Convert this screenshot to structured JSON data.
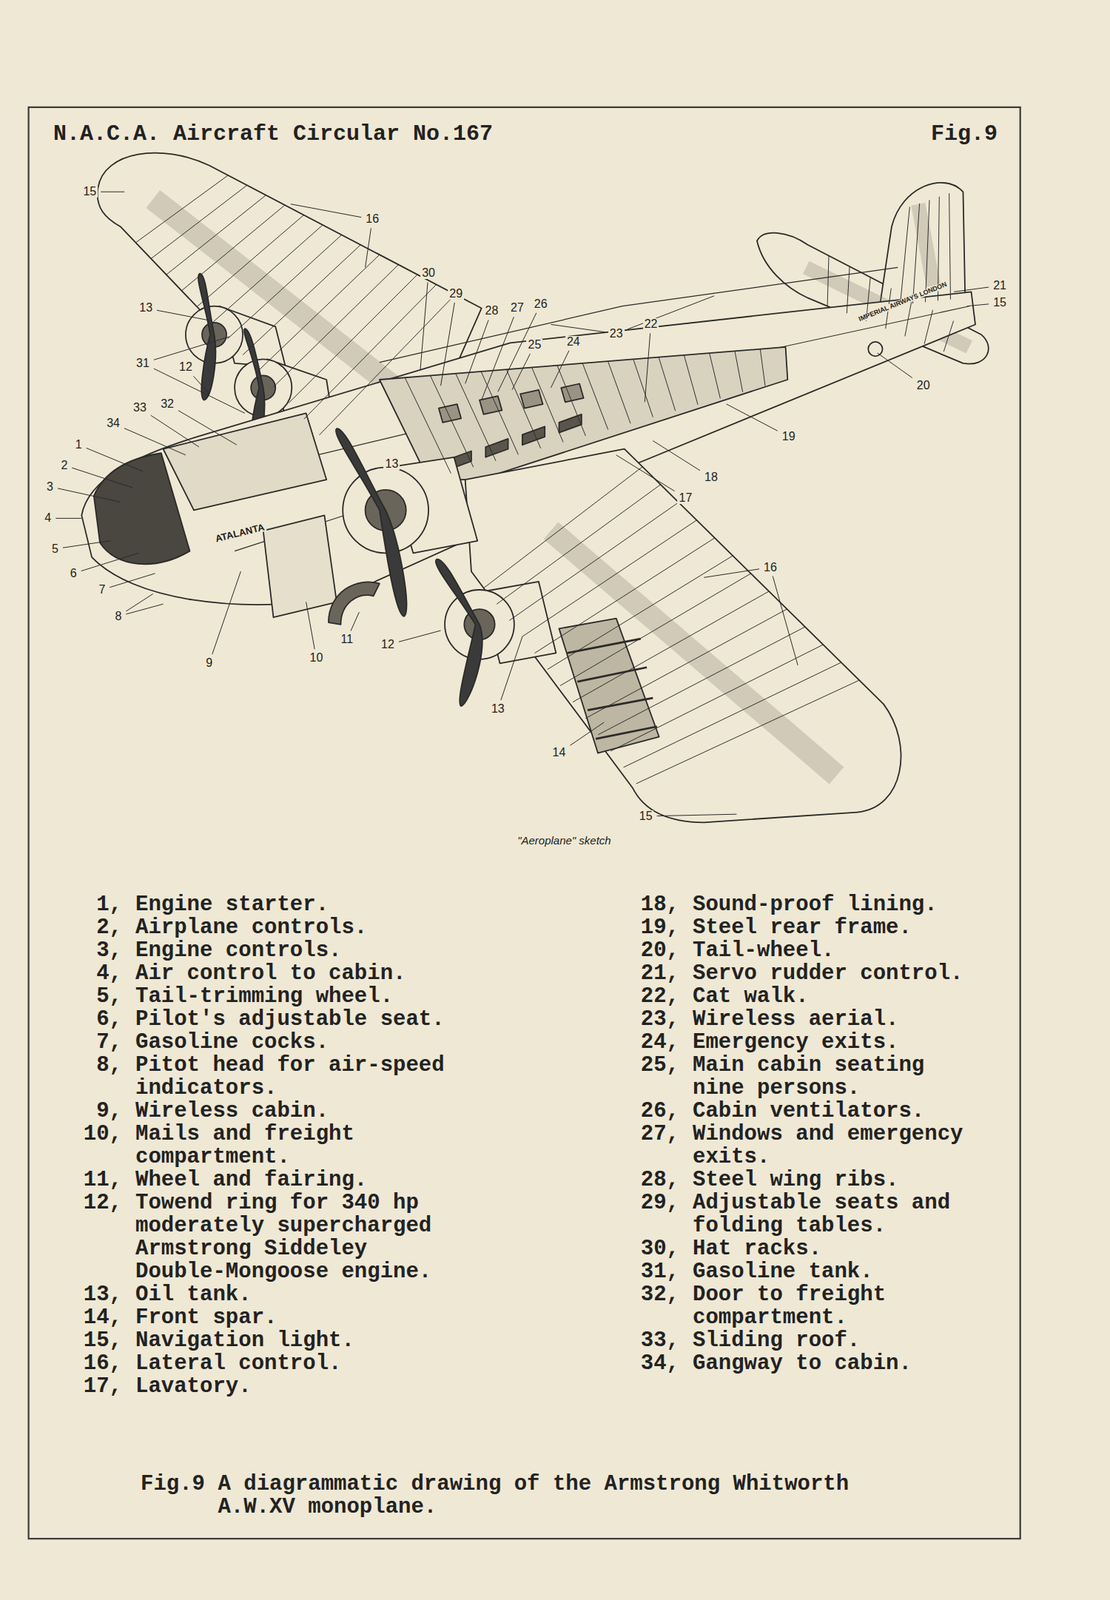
{
  "diagram": {
    "title": "N.A.C.A. Aircraft Circular No.167",
    "caption": "Fig.9 A diagrammatic drawing of the Armstrong Whitworth A.W.XV monoplane.",
    "labels": [
      "Fig.9",
      "15",
      "16",
      "30",
      "29",
      "28",
      "27",
      "26",
      "23",
      "22",
      "25",
      "24",
      "21",
      "15",
      "20",
      "19",
      "18",
      "17",
      "13",
      "12",
      "31",
      "33",
      "32",
      "34",
      "1",
      "2",
      "3",
      "4",
      "5",
      "6",
      "7",
      "8",
      "9",
      "10",
      "11",
      "12",
      "13",
      "13",
      "14",
      "15",
      "16",
      "ATALANTA",
      "IMPERIAL AIRWAYS LONDON",
      "\"Aeroplane\" sketch",
      "1,",
      "Engine starter.",
      "2,",
      "Airplane controls.",
      "3,",
      "Engine controls.",
      "4,",
      "Air control to cabin.",
      "5,",
      "Tail-trimming wheel.",
      "6,",
      "Pilot's adjustable seat.",
      "7,",
      "Gasoline cocks.",
      "8,",
      "Pitot head for air-speed indicators.",
      "9,",
      "Wireless cabin.",
      "10,",
      "Mails and freight compartment.",
      "11,",
      "Wheel and fairing.",
      "12,",
      "Towend ring for 340 hp moderately supercharged Armstrong Siddeley Double-Mongoose engine.",
      "13,",
      "Oil tank.",
      "14,",
      "Front spar.",
      "15,",
      "Navigation light.",
      "16,",
      "Lateral control.",
      "17,",
      "Lavatory.",
      "18,",
      "Sound-proof lining.",
      "19,",
      "Steel rear frame.",
      "20,",
      "Tail-wheel.",
      "21,",
      "Servo rudder control.",
      "22,",
      "Cat walk.",
      "23,",
      "Wireless aerial.",
      "24,",
      "Emergency exits.",
      "25,",
      "Main cabin seating nine persons.",
      "26,",
      "Cabin ventilators.",
      "27,",
      "Windows and emergency exits.",
      "28,",
      "Steel wing ribs.",
      "29,",
      "Adjustable seats and folding tables.",
      "30,",
      "Hat racks.",
      "31,",
      "Gasoline tank.",
      "32,",
      "Door to freight compartment.",
      "33,",
      "Sliding roof.",
      "34,",
      "Gangway to cabin."
    ]
  }
}
